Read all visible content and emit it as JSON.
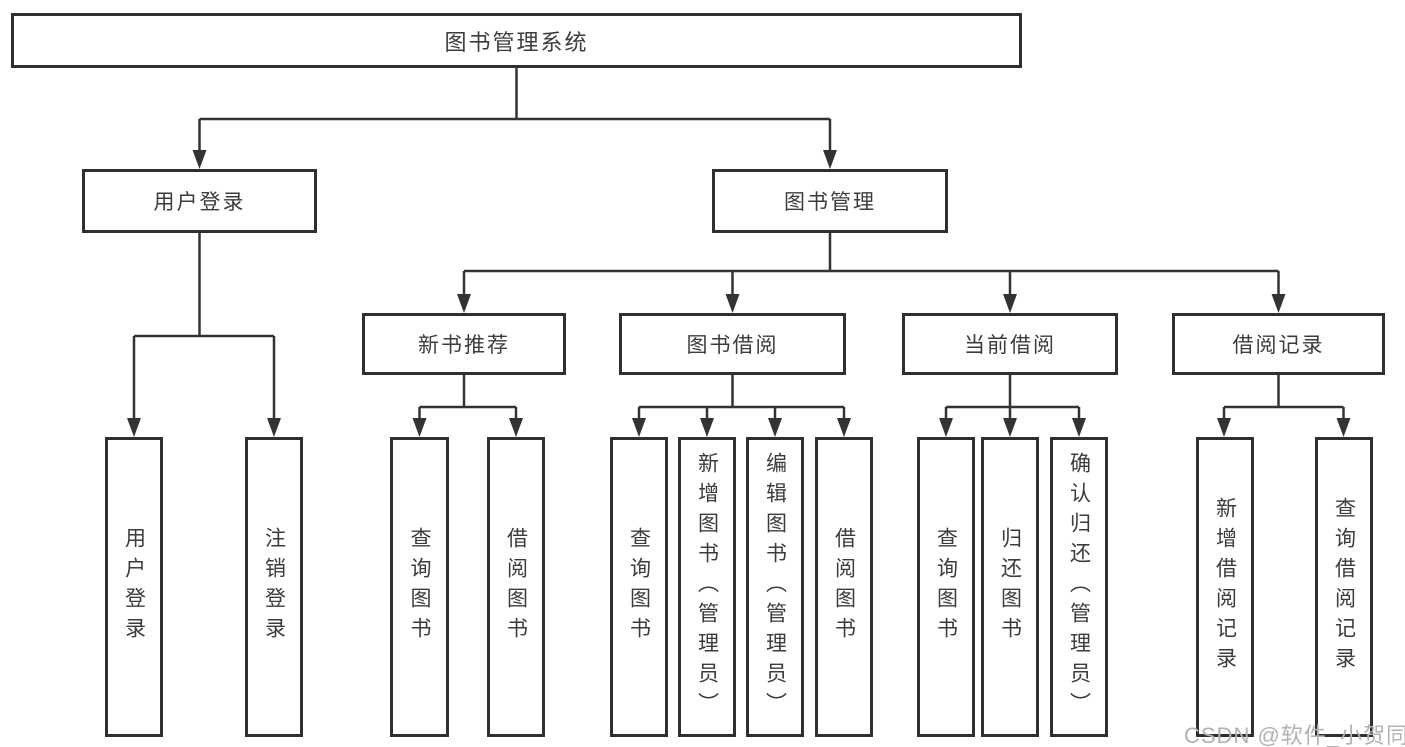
{
  "diagram": {
    "root": "图书管理系统",
    "branches": [
      {
        "label": "用户登录",
        "children": [
          "用户登录",
          "注销登录"
        ]
      },
      {
        "label": "图书管理",
        "children": [
          {
            "label": "新书推荐",
            "children": [
              "查询图书",
              "借阅图书"
            ]
          },
          {
            "label": "图书借阅",
            "children": [
              "查询图书",
              "新增图书（管理员）",
              "编辑图书（管理员）",
              "借阅图书"
            ]
          },
          {
            "label": "当前借阅",
            "children": [
              "查询图书",
              "归还图书",
              "确认归还（管理员）"
            ]
          },
          {
            "label": "借阅记录",
            "children": [
              "新增借阅记录",
              "查询借阅记录"
            ]
          }
        ]
      }
    ]
  },
  "watermark": {
    "text": "CSDN @软件_小贺同学"
  },
  "colors": {
    "line": "#333333",
    "box_border": "#2f2f2f",
    "text": "#3c3c3c",
    "background": "#ffffff",
    "watermark_text": "#b2b2b2"
  }
}
